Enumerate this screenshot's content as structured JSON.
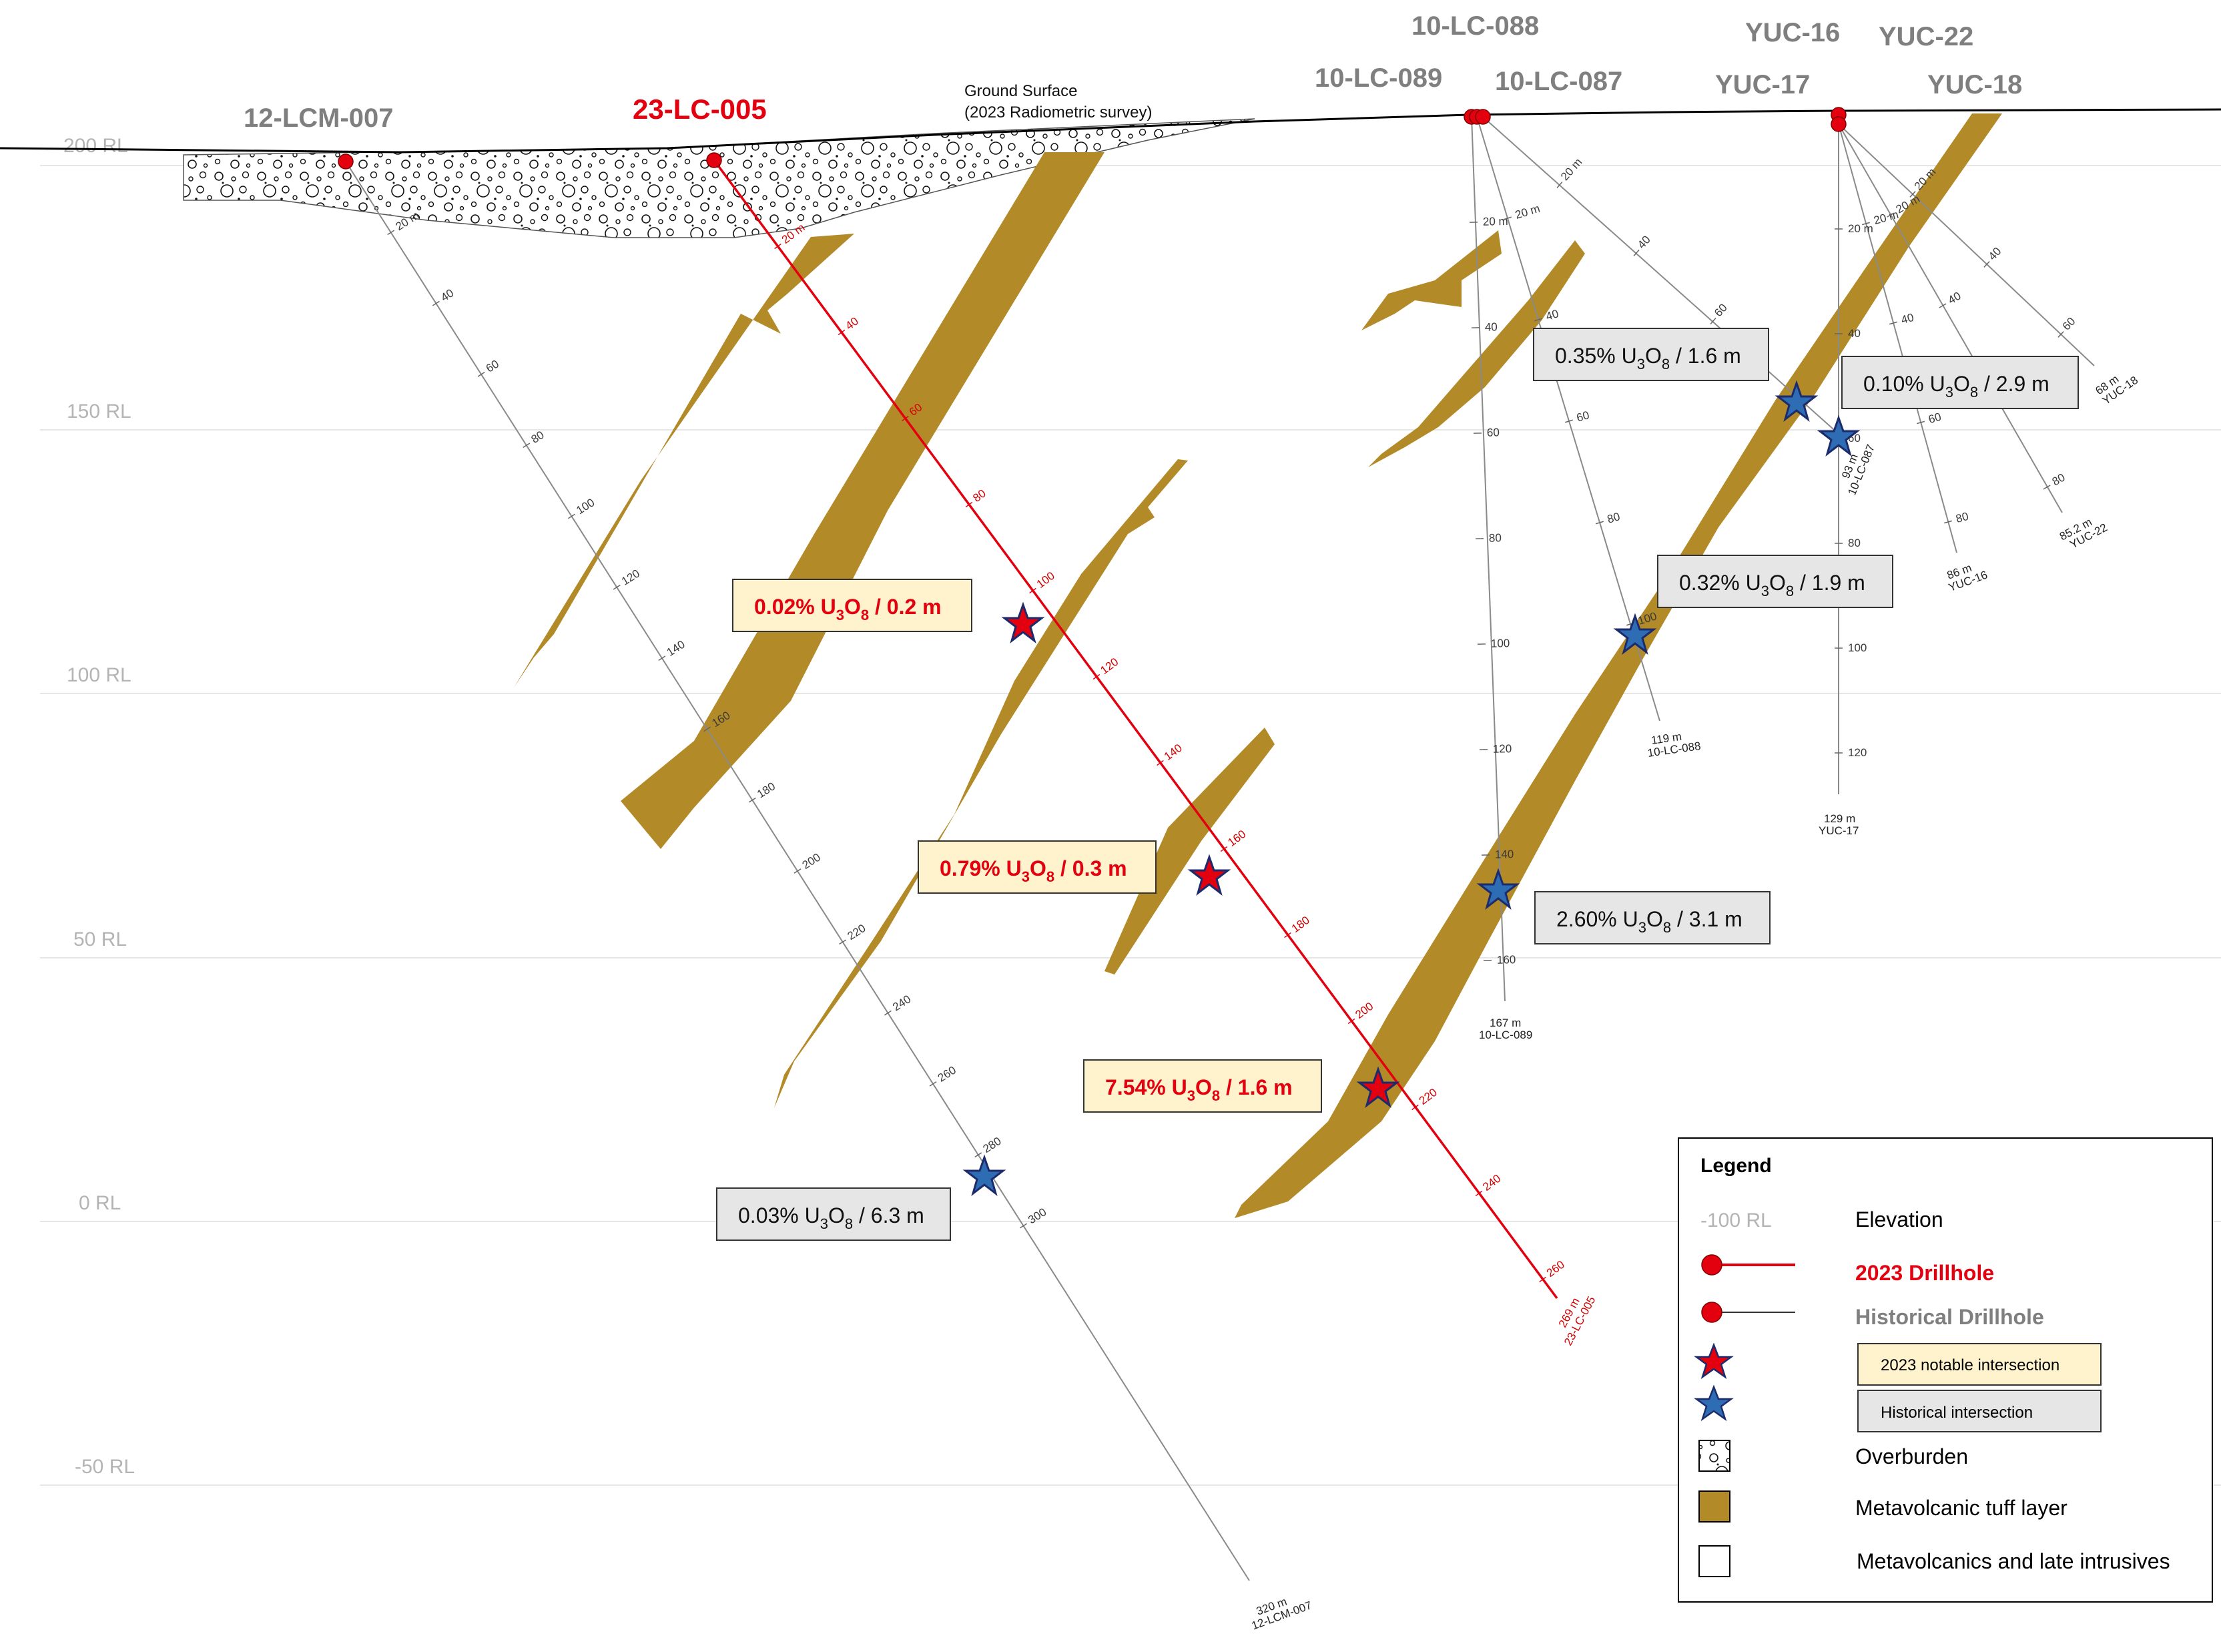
{
  "elevation_labels": [
    "200 RL",
    "150 RL",
    "100 RL",
    "50 RL",
    "0 RL",
    "-50 RL"
  ],
  "ground_surface": {
    "line1": "Ground Surface",
    "line2": "(2023 Radiometric survey)"
  },
  "drillholes": {
    "h_12lcm007": {
      "name": "12-LCM-007",
      "ticks": [
        "20 m",
        "40",
        "60",
        "80",
        "100",
        "120",
        "140",
        "160",
        "180",
        "200",
        "220",
        "240",
        "260",
        "280",
        "300"
      ],
      "end_depth": "320 m",
      "end_name": "12-LCM-007"
    },
    "h_23lc005": {
      "name": "23-LC-005",
      "ticks": [
        "20 m",
        "40",
        "60",
        "80",
        "100",
        "120",
        "140",
        "160",
        "180",
        "200",
        "220",
        "240",
        "260"
      ],
      "end_depth": "269 m",
      "end_name": "23-LC-005"
    },
    "h_10lc089": {
      "name": "10-LC-089",
      "ticks": [
        "20 m",
        "40",
        "60",
        "80",
        "100",
        "120",
        "140",
        "160"
      ],
      "end_depth": "167 m",
      "end_name": "10-LC-089"
    },
    "h_10lc088": {
      "name": "10-LC-088",
      "ticks": [
        "20 m",
        "40",
        "60",
        "80",
        "100"
      ],
      "end_depth": "119 m",
      "end_name": "10-LC-088"
    },
    "h_10lc087": {
      "name": "10-LC-087",
      "ticks": [
        "20 m",
        "40",
        "60"
      ],
      "end_depth": "93 m",
      "end_name": "10-LC-087"
    },
    "h_yuc17": {
      "name": "YUC-17",
      "ticks": [
        "20 m",
        "40",
        "60",
        "80",
        "100",
        "120"
      ],
      "end_depth": "129 m",
      "end_name": "YUC-17"
    },
    "h_yuc16": {
      "name": "YUC-16",
      "ticks": [
        "20 m",
        "40",
        "60",
        "80"
      ],
      "end_depth": "86 m",
      "end_name": "YUC-16"
    },
    "h_yuc22": {
      "name": "YUC-22",
      "ticks": [
        "20 m",
        "40",
        "60",
        "80"
      ],
      "end_depth": "85.2 m",
      "end_name": "YUC-22"
    },
    "h_yuc18": {
      "name": "YUC-18",
      "ticks": [
        "20 m",
        "40",
        "60"
      ],
      "end_depth": "68 m",
      "end_name": "YUC-18"
    }
  },
  "intersections": {
    "i1": {
      "grade": "0.02%",
      "width": "0.2 m"
    },
    "i2": {
      "grade": "0.79%",
      "width": "0.3 m"
    },
    "i3": {
      "grade": "7.54%",
      "width": "1.6 m"
    },
    "i4": {
      "grade": "0.03%",
      "width": "6.3 m"
    },
    "i5": {
      "grade": "0.35%",
      "width": "1.6 m"
    },
    "i6": {
      "grade": "0.10%",
      "width": "2.9 m"
    },
    "i7": {
      "grade": "0.32%",
      "width": "1.9 m"
    },
    "i8": {
      "grade": "2.60%",
      "width": "3.1 m"
    }
  },
  "legend": {
    "title": "Legend",
    "elevation_sample": "-100 RL",
    "elevation": "Elevation",
    "drillhole_2023": "2023 Drillhole",
    "historical_drillhole": "Historical Drillhole",
    "notable_2023": "2023 notable intersection",
    "historical_intersection": "Historical intersection",
    "overburden": "Overburden",
    "tuff": "Metavolcanic tuff layer",
    "metavolcanics": "Metavolcanics and late intrusives"
  },
  "colors": {
    "drillhole_2023": "#e3000f",
    "historical_hole": "#7f7f7f",
    "tuff": "#b38a28",
    "star_new": "#e3000f",
    "star_hist": "#2e6db4",
    "box_new": "#fff3cd",
    "box_hist": "#e6e6e6"
  }
}
